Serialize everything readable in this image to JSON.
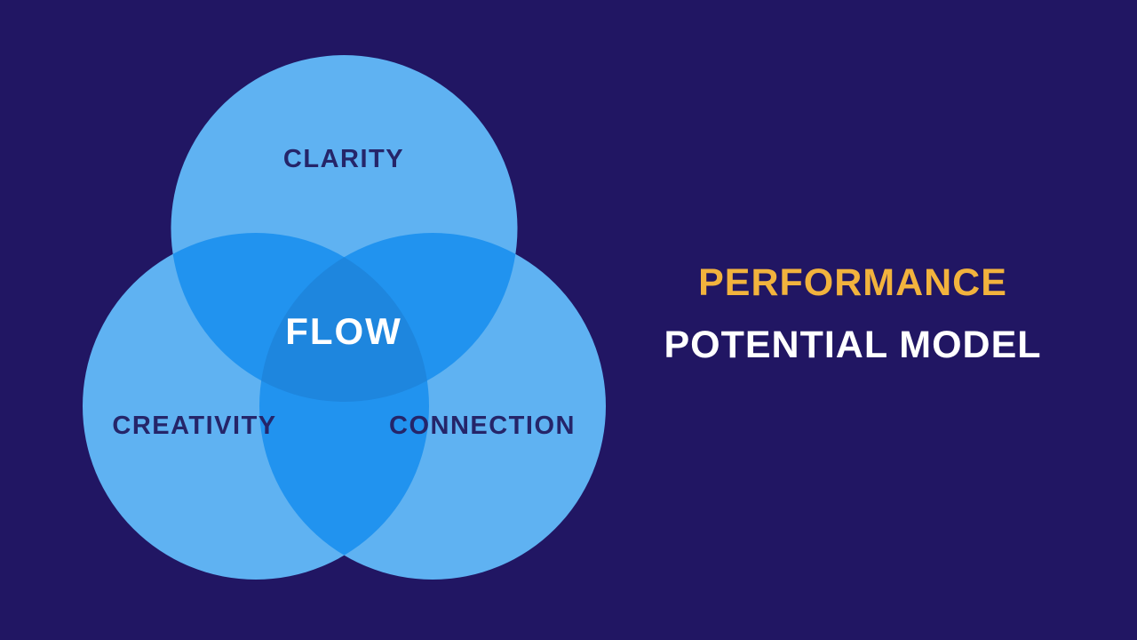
{
  "background_color": "#211663",
  "diagram": {
    "type": "venn-3-circle",
    "circle_color": "#5FB2F2",
    "overlap_color": "#2193EF",
    "center_color": "#1E86DE",
    "label_color": "#252569",
    "circles": [
      {
        "label": "CLARITY"
      },
      {
        "label": "CREATIVITY"
      },
      {
        "label": "CONNECTION"
      }
    ],
    "center_label": "FLOW",
    "center_label_color": "#FFFFFF"
  },
  "title": {
    "line1": "PERFORMANCE",
    "line1_color": "#F2B33D",
    "line2": "POTENTIAL MODEL",
    "line2_color": "#FFFFFF"
  }
}
